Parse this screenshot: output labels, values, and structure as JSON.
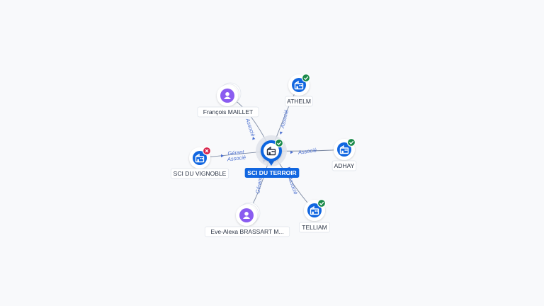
{
  "graph": {
    "center": {
      "id": "center",
      "label": "SCI DU TERROIR",
      "kind": "company",
      "status": "active"
    },
    "nodes": [
      {
        "id": "maillet",
        "label": "François MAILLET",
        "kind": "person",
        "status": "none"
      },
      {
        "id": "athelm",
        "label": "ATHELM",
        "kind": "company",
        "status": "active"
      },
      {
        "id": "adhay",
        "label": "ADHAY",
        "kind": "company",
        "status": "active"
      },
      {
        "id": "telliam",
        "label": "TELLIAM",
        "kind": "company",
        "status": "active"
      },
      {
        "id": "brassart",
        "label": "Eve-Alexa BRASSART M...",
        "kind": "person",
        "status": "none"
      },
      {
        "id": "vignoble",
        "label": "SCI DU VIGNOBLE",
        "kind": "company",
        "status": "closed"
      }
    ],
    "edges": [
      {
        "from": "maillet",
        "to": "center",
        "labels": [
          "Associé"
        ]
      },
      {
        "from": "center",
        "to": "athelm",
        "labels": [
          "Associé"
        ]
      },
      {
        "from": "adhay",
        "to": "center",
        "labels": [
          "Associé"
        ]
      },
      {
        "from": "center",
        "to": "telliam",
        "labels": [
          "Associé"
        ]
      },
      {
        "from": "brassart",
        "to": "center",
        "labels": [
          "Gérant"
        ]
      },
      {
        "from": "center",
        "to": "vignoble",
        "labels": [
          "Gérant",
          "Associé"
        ]
      }
    ]
  },
  "colors": {
    "company_icon": "#1166e0",
    "person_icon": "#8a5cf0",
    "status_active": "#1a8a4a",
    "status_closed": "#d8224a",
    "edge": "#7d8aa3",
    "edge_label": "#4a6fd0"
  }
}
